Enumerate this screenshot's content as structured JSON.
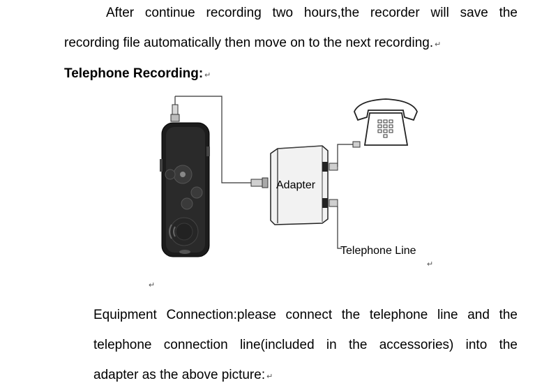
{
  "paragraphs": {
    "p1_line1": "After continue recording two hours,the recorder will save the",
    "p1_line2": "recording file automatically then move on to the next recording.",
    "heading": "Telephone Recording:",
    "p2_line1": "Equipment Connection:please connect the telephone line and the",
    "p2_line2": "telephone connection line(included in the accessories) into the",
    "p2_line3": "adapter as the above picture:"
  },
  "diagram": {
    "adapter_label": "Adapter",
    "line_label": "Telephone Line"
  },
  "marks": {
    "return_symbol": "↵"
  },
  "icons": [
    "recorder-device",
    "telephone-icon",
    "adapter-box"
  ]
}
